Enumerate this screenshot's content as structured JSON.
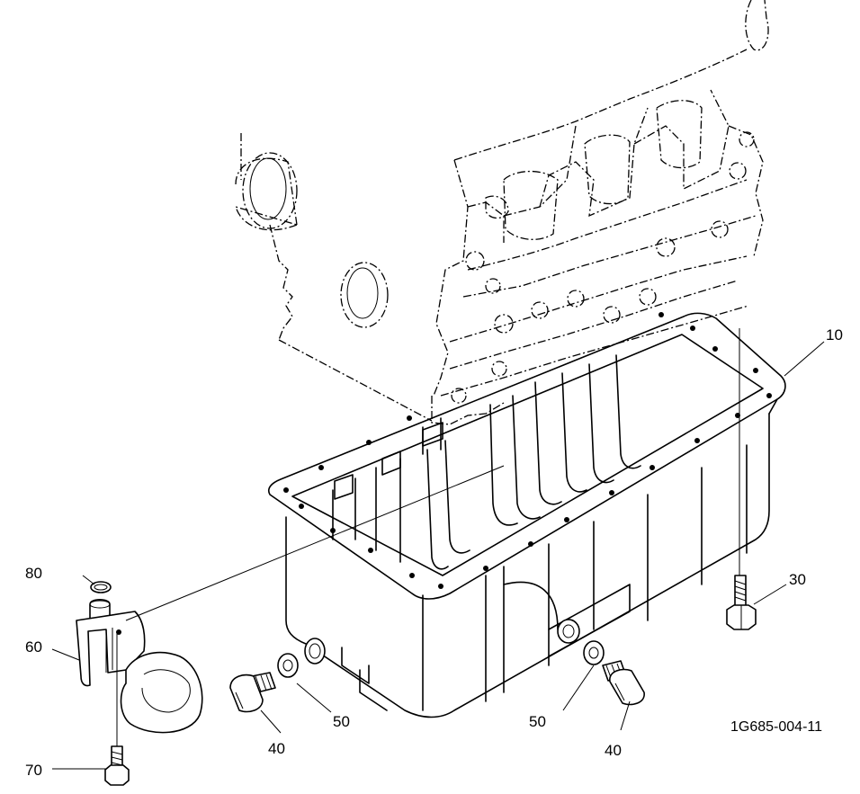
{
  "callouts": {
    "oil_pan": "10",
    "pan_bolt": "30",
    "drain_plug_left": "40",
    "drain_plug_right": "40",
    "gasket_left": "50",
    "gasket_right": "50",
    "strainer": "60",
    "strainer_bolt": "70",
    "o_ring": "80"
  },
  "drawing_code": "1G685-004-11"
}
